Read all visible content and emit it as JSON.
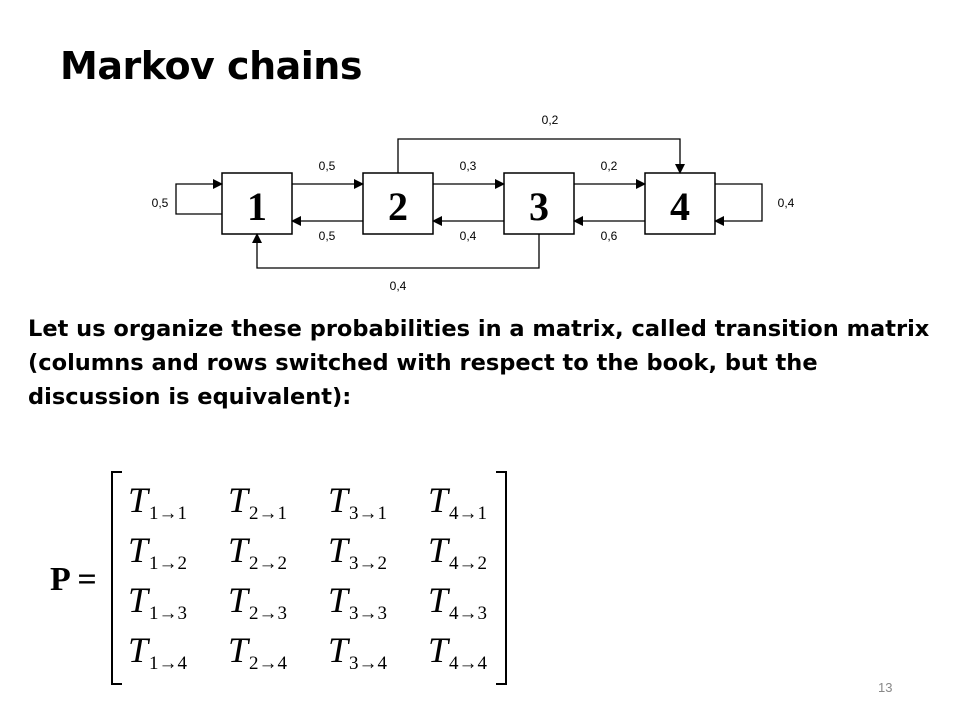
{
  "slide": {
    "title": "Markov chains",
    "body": "Let us organize these probabilities in a matrix, called transition matrix (columns and rows switched with respect to the book, but the discussion is equivalent):",
    "page_number": "13"
  },
  "diagram": {
    "states": [
      "1",
      "2",
      "3",
      "4"
    ],
    "transitions": [
      {
        "from": "1",
        "to": "1",
        "label": "0,5"
      },
      {
        "from": "1",
        "to": "2",
        "label": "0,5"
      },
      {
        "from": "2",
        "to": "1",
        "label": "0,5"
      },
      {
        "from": "2",
        "to": "3",
        "label": "0,3"
      },
      {
        "from": "2",
        "to": "4",
        "label": "0,2"
      },
      {
        "from": "3",
        "to": "2",
        "label": "0,4"
      },
      {
        "from": "3",
        "to": "4",
        "label": "0,2"
      },
      {
        "from": "3",
        "to": "1",
        "label": "0,4"
      },
      {
        "from": "4",
        "to": "3",
        "label": "0,6"
      },
      {
        "from": "4",
        "to": "4",
        "label": "0,4"
      }
    ]
  },
  "matrix": {
    "label": "P =",
    "rows": [
      [
        {
          "base": "T",
          "sub": "1→1"
        },
        {
          "base": "T",
          "sub": "2→1"
        },
        {
          "base": "T",
          "sub": "3→1"
        },
        {
          "base": "T",
          "sub": "4→1"
        }
      ],
      [
        {
          "base": "T",
          "sub": "1→2"
        },
        {
          "base": "T",
          "sub": "2→2"
        },
        {
          "base": "T",
          "sub": "3→2"
        },
        {
          "base": "T",
          "sub": "4→2"
        }
      ],
      [
        {
          "base": "T",
          "sub": "1→3"
        },
        {
          "base": "T",
          "sub": "2→3"
        },
        {
          "base": "T",
          "sub": "3→3"
        },
        {
          "base": "T",
          "sub": "4→3"
        }
      ],
      [
        {
          "base": "T",
          "sub": "1→4"
        },
        {
          "base": "T",
          "sub": "2→4"
        },
        {
          "base": "T",
          "sub": "3→4"
        },
        {
          "base": "T",
          "sub": "4→4"
        }
      ]
    ]
  }
}
